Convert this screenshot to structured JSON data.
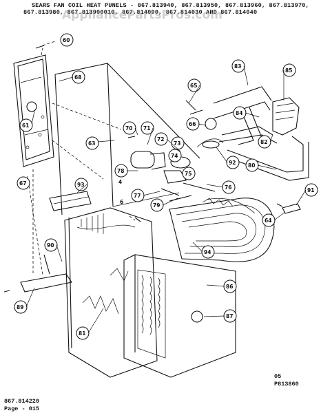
{
  "header": {
    "line1": "SEARS FAN COIL HEAT PUNELS - 867.813940, 867.813950, 867.813960, 867.813970,",
    "line2": "867.813980, 867.813990010, 867.814090, 867.814030 AND 867.814040"
  },
  "watermark": "AppliancePartsPros.com",
  "parts": {
    "p60": "60",
    "p68": "68",
    "p61": "61",
    "p67": "67",
    "p93": "93",
    "p90": "90",
    "p89": "89",
    "p81": "81",
    "p86": "86",
    "p87": "87",
    "p94": "94",
    "p64": "64",
    "p91": "91",
    "p83": "83",
    "p65": "65",
    "p85": "85",
    "p84": "84",
    "p66": "66",
    "p82": "82",
    "p80": "80",
    "p92": "92",
    "p70": "70",
    "p71": "71",
    "p72": "72",
    "p73": "73",
    "p63": "63",
    "p74": "74",
    "p75": "75",
    "p78": "78",
    "p76": "76",
    "p77": "77",
    "p79": "79",
    "p4": "4",
    "p6": "6"
  },
  "code": {
    "line1": "05",
    "line2": "P813860"
  },
  "footer": {
    "model": "867.814220",
    "page": "Page - 015"
  }
}
